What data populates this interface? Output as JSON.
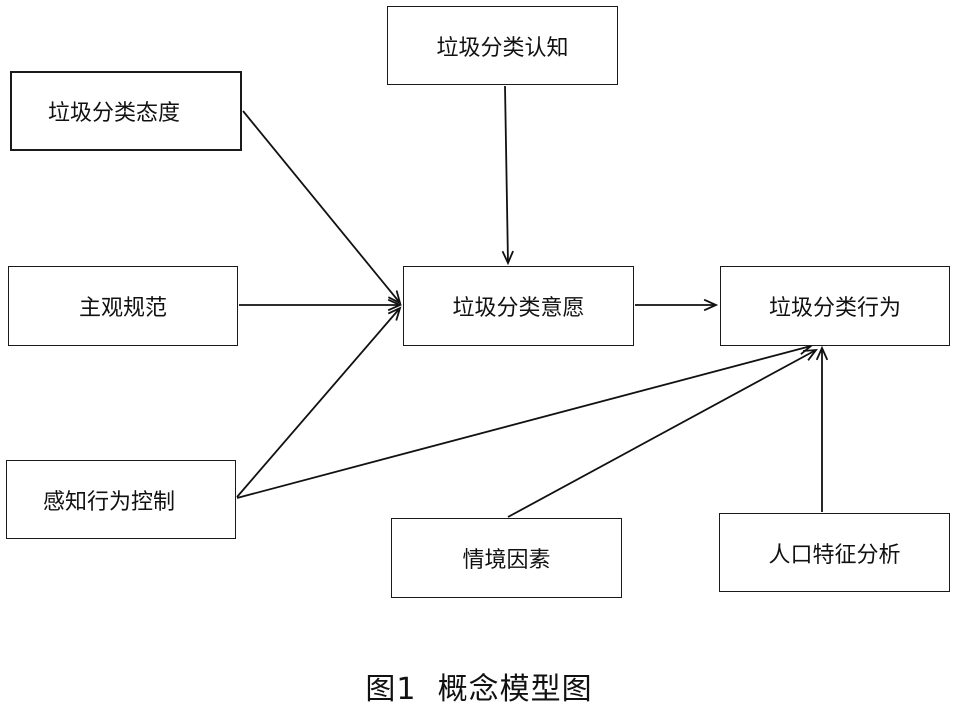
{
  "nodes": {
    "cognition": {
      "label": "垃圾分类认知"
    },
    "attitude": {
      "label": "垃圾分类态度"
    },
    "subjective_norm": {
      "label": "主观规范"
    },
    "perceived_control": {
      "label": "感知行为控制"
    },
    "intention": {
      "label": "垃圾分类意愿"
    },
    "behavior": {
      "label": "垃圾分类行为"
    },
    "situational": {
      "label": "情境因素"
    },
    "demographic": {
      "label": "人口特征分析"
    }
  },
  "edges": [
    {
      "from": "cognition",
      "to": "intention"
    },
    {
      "from": "attitude",
      "to": "intention"
    },
    {
      "from": "subjective_norm",
      "to": "intention"
    },
    {
      "from": "perceived_control",
      "to": "intention"
    },
    {
      "from": "intention",
      "to": "behavior"
    },
    {
      "from": "perceived_control",
      "to": "behavior"
    },
    {
      "from": "situational",
      "to": "behavior"
    },
    {
      "from": "demographic",
      "to": "behavior"
    }
  ],
  "caption": {
    "figure_number": "图1",
    "title": "概念模型图"
  }
}
